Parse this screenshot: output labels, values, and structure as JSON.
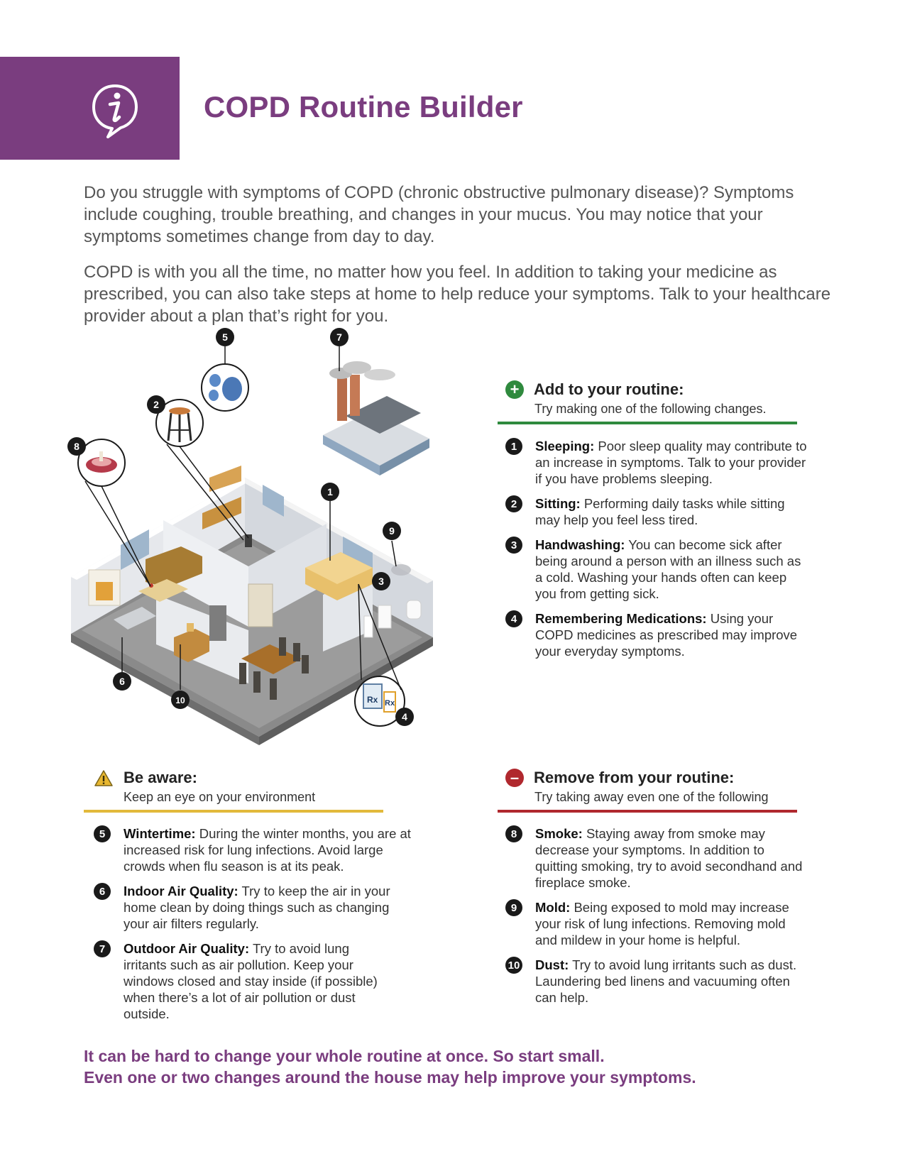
{
  "header": {
    "title": "COPD Routine Builder",
    "icon": "info-speech-bubble-icon",
    "band_color": "#7a3d7f"
  },
  "intro": {
    "p1": "Do you struggle with symptoms of COPD (chronic obstructive pulmonary disease)? Symptoms include coughing, trouble breathing, and changes in your mucus. You may notice that your symptoms sometimes change from day to day.",
    "p2": "COPD is with you all the time, no matter how you feel. In addition to taking your medicine as prescribed, you can also take steps at home to help reduce your symptoms. Talk to your healthcare provider about a plan that’s right for you."
  },
  "illustration": {
    "callouts": [
      "1",
      "2",
      "3",
      "4",
      "5",
      "6",
      "7",
      "8",
      "9",
      "10"
    ],
    "rx_labels": [
      "Rx",
      "Rx"
    ]
  },
  "add": {
    "title": "Add to your routine:",
    "subtitle": "Try making one of the following changes.",
    "color": "#2f8a3e",
    "items": [
      {
        "num": "1",
        "label": "Sleeping:",
        "text": "Poor sleep quality may contribute to an increase in symptoms. Talk to your provider if you have problems sleeping."
      },
      {
        "num": "2",
        "label": "Sitting:",
        "text": "Performing daily tasks while sitting may help you feel less tired."
      },
      {
        "num": "3",
        "label": "Handwashing:",
        "text": "You can become sick after being around a person with an illness such as a cold. Washing your hands often can keep you from getting sick."
      },
      {
        "num": "4",
        "label": "Remembering Medications:",
        "text": "Using your COPD medicines as prescribed may improve your everyday symptoms."
      }
    ]
  },
  "aware": {
    "title": "Be aware:",
    "subtitle": "Keep an eye on your environment",
    "color": "#e2b93b",
    "items": [
      {
        "num": "5",
        "label": "Wintertime:",
        "text": "During the winter months, you are at increased risk for lung infections. Avoid large crowds when flu season is at its peak."
      },
      {
        "num": "6",
        "label": "Indoor Air Quality:",
        "text": "Try to keep the air in your home clean by doing things such as changing your air filters regularly."
      },
      {
        "num": "7",
        "label": "Outdoor Air Quality:",
        "text": "Try to avoid lung irritants such as air pollution. Keep your windows closed and stay inside (if possible) when there’s a lot of air pollution or dust outside."
      }
    ]
  },
  "remove": {
    "title": "Remove from your routine:",
    "subtitle": "Try taking away even one of the following",
    "color": "#b0282e",
    "items": [
      {
        "num": "8",
        "label": "Smoke:",
        "text": "Staying away from smoke may decrease your symptoms. In addition to quitting smoking, try to avoid secondhand and fireplace smoke."
      },
      {
        "num": "9",
        "label": "Mold:",
        "text": "Being exposed to mold may increase your risk of lung infections. Removing mold and mildew in your home is helpful."
      },
      {
        "num": "10",
        "label": "Dust:",
        "text": "Try to avoid lung irritants such as dust. Laundering bed linens and vacuuming often can help."
      }
    ]
  },
  "footer": {
    "line1": "It can be hard to change your whole routine at once. So start small.",
    "line2": "Even one or two changes around the house may help improve your symptoms."
  }
}
